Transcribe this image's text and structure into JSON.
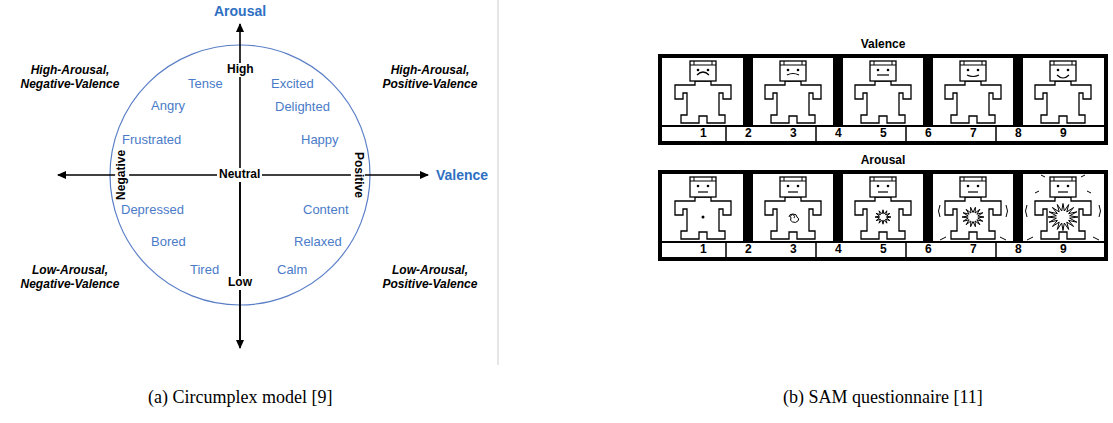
{
  "diagram": {
    "nodes": [
      {
        "text": [
          "Valence"
        ]
      },
      {
        "text": [
          "Arousal"
        ]
      }
    ],
    "labels": [
      "Arousal",
      "Valence",
      "High",
      "Tense",
      "Excited",
      "Angry",
      "Delighted",
      "Frustrated",
      "Happy",
      "Negative",
      "Neutral",
      "Positive",
      "Depressed",
      "Content",
      "Bored",
      "Relaxed",
      "Tired",
      "Calm",
      "Low",
      "High-Arousal, Negative-Valence",
      "High-Arousal, Positive-Valence",
      "Low-Arousal, Negative-Valence",
      "Low-Arousal, Positive-Valence",
      "(a) Circumplex model [9]",
      "(b) SAM questionnaire [11]",
      "1",
      "2",
      "3",
      "4",
      "5",
      "6",
      "7",
      "8",
      "9",
      "1",
      "2",
      "3",
      "4",
      "5",
      "6",
      "7",
      "8",
      "9"
    ]
  }
}
